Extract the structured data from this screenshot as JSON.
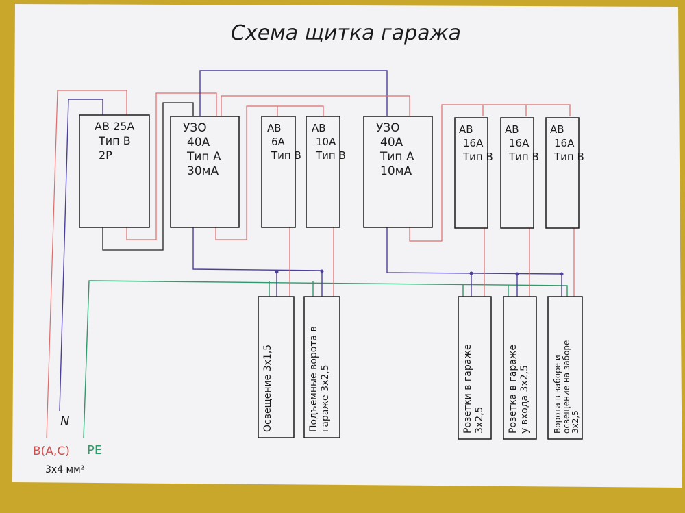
{
  "title": "Схема щитка гаража",
  "devices": [
    {
      "id": "ab25",
      "lines": [
        "АВ 25А",
        "Тип В",
        "2Р"
      ]
    },
    {
      "id": "uzo40a",
      "lines": [
        "УЗО",
        "40А",
        "Тип А",
        "30мА"
      ]
    },
    {
      "id": "ab6",
      "lines": [
        "АВ",
        "6А",
        "Тип В"
      ]
    },
    {
      "id": "ab10",
      "lines": [
        "АВ",
        "10А",
        "Тип В"
      ]
    },
    {
      "id": "uzo40b",
      "lines": [
        "УЗО",
        "40А",
        "Тип А",
        "10мА"
      ]
    },
    {
      "id": "ab16a",
      "lines": [
        "АВ",
        "16А",
        "Тип В"
      ]
    },
    {
      "id": "ab16b",
      "lines": [
        "АВ",
        "16А",
        "Тип В"
      ]
    },
    {
      "id": "ab16c",
      "lines": [
        "АВ",
        "16А",
        "Тип В"
      ]
    }
  ],
  "loads": [
    {
      "id": "light",
      "lines": [
        "Освещение  3х1,5"
      ]
    },
    {
      "id": "gate",
      "lines": [
        "Подъемные ворота в",
        "гараже   3х2,5"
      ]
    },
    {
      "id": "sockets",
      "lines": [
        "Розетки в гараже",
        "3х2,5"
      ]
    },
    {
      "id": "socket_entry",
      "lines": [
        "Розетка в гараже",
        "у входа   3х2,5"
      ]
    },
    {
      "id": "fence",
      "lines": [
        "Ворота в заборе и",
        "освещение на заборе",
        "3х2,5"
      ]
    }
  ],
  "inputs": {
    "neutral": "N",
    "phase": "В(А,С)",
    "pe": "PE",
    "cable": "3х4 мм²"
  },
  "colors": {
    "paper": "#f3f2f4",
    "phase": "#e06b6b",
    "neutral": "#4a3f9c",
    "pe": "#2f9a6a"
  }
}
